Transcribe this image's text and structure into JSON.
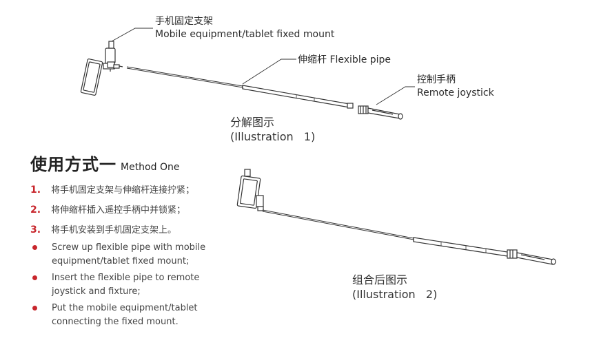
{
  "diagram1": {
    "mount_label_zh": "手机固定支架",
    "mount_label_en": "Mobile equipment/tablet fixed mount",
    "pipe_label": "伸缩杆 Flexible pipe",
    "joystick_label_zh": "控制手柄",
    "joystick_label_en": "Remote joystick",
    "caption_zh": "分解图示",
    "caption_en": "(Illustration   1)"
  },
  "method": {
    "title_zh": "使用方式一",
    "title_en": "Method One",
    "steps": [
      {
        "num": "1.",
        "text": "将手机固定支架与伸缩杆连接拧紧；"
      },
      {
        "num": "2.",
        "text": "将伸缩杆插入遥控手柄中并锁紧；"
      },
      {
        "num": "3.",
        "text": "将手机安装到手机固定支架上。"
      }
    ],
    "bullets": [
      "Screw up flexible pipe with mobile equipment/tablet fixed mount;",
      "Insert the flexible pipe to remote joystick and fixture;",
      "Put the mobile equipment/tablet connecting the fixed mount."
    ]
  },
  "diagram2": {
    "caption_zh": "组合后图示",
    "caption_en": "(Illustration   2)"
  },
  "colors": {
    "accent": "#c8262c",
    "line": "#333333"
  }
}
